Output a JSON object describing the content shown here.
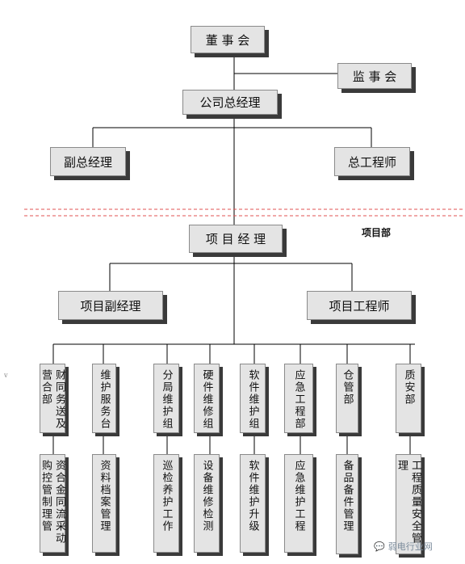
{
  "top": {
    "board": "董 事 会",
    "supervisors": "监 事 会",
    "gm": "公司总经理",
    "deputy_gm": "副总经理",
    "chief_engineer": "总工程师"
  },
  "project": {
    "section_label": "项目部",
    "manager": "项 目 经 理",
    "deputy_manager": "项目副经理",
    "engineer": "项目工程师"
  },
  "departments": [
    {
      "name": "财同务送及营合部",
      "duty": "资合金同流采动购控管制理管"
    },
    {
      "name": "维护服务台",
      "duty": "资料档案管理"
    },
    {
      "name": "分局维护组",
      "duty": "巡检养护工作"
    },
    {
      "name": "硬件维修组",
      "duty": "设备维修检测"
    },
    {
      "name": "软件维护组",
      "duty": "软件维护升级"
    },
    {
      "name": "应急工程部",
      "duty": "应急维护工程"
    },
    {
      "name": "仓管部",
      "duty": "备品备件管理"
    },
    {
      "name": "质安部",
      "duty": "工程质量安全管理"
    }
  ],
  "watermark": "弱电行业网",
  "stray_mark": "v",
  "colors": {
    "box_fill": "#e4e4e4",
    "box_shadow": "#3a3a3a",
    "divider": "#e05050"
  }
}
